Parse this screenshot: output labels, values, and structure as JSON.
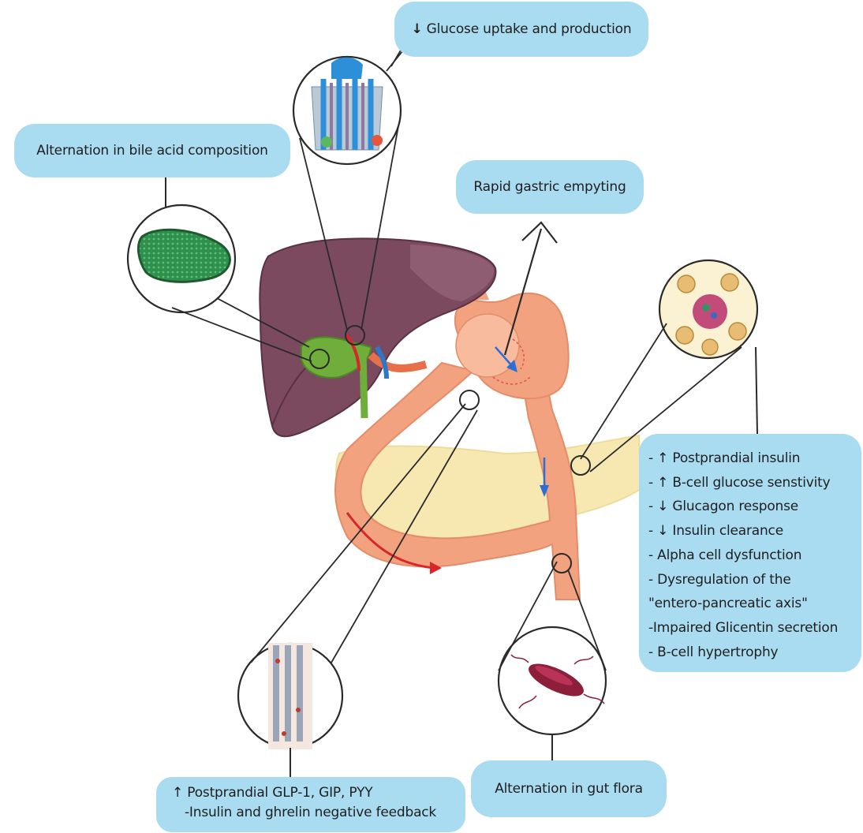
{
  "bubbles": {
    "glucose": {
      "arrow": "↓",
      "text": "Glucose uptake and production"
    },
    "bile": {
      "text": "Alternation in bile acid composition"
    },
    "gastric": {
      "text": "Rapid gastric empyting"
    },
    "flora": {
      "text": "Alternation in gut flora"
    },
    "glp": {
      "line1_arrow": "↑",
      "line1": "Postprandial GLP-1, GIP, PYY",
      "line2": "-Insulin and ghrelin negative feedback"
    },
    "pancreas": {
      "items": [
        "- ↑ Postprandial insulin",
        "- ↑ B-cell glucose senstivity",
        "- ↓ Glucagon response",
        "- ↓ Insulin clearance",
        "- Alpha cell dysfunction",
        "- Dysregulation of the",
        "\"entero-pancreatic axis\"",
        "-Impaired Glicentin secretion",
        "- B-cell hypertrophy"
      ]
    }
  },
  "colors": {
    "bubble": "#a9dcf0",
    "liver": "#7b4a5f",
    "gallbladder": "#6fae3a",
    "stomach": "#f2a27f",
    "pancreas": "#f6e8b0",
    "flow_arrow": "#d9262b",
    "duct_arrow": "#2b6fd6"
  },
  "icons": {
    "liver": "liver-organ",
    "stomach": "stomach-organ",
    "pancreas": "pancreas-organ",
    "gallbladder": "gallbladder-organ",
    "bacterium": "bacterium",
    "islet": "pancreatic-islet",
    "villi": "intestinal-villi",
    "hepatic_lobule": "hepatic-lobule"
  }
}
